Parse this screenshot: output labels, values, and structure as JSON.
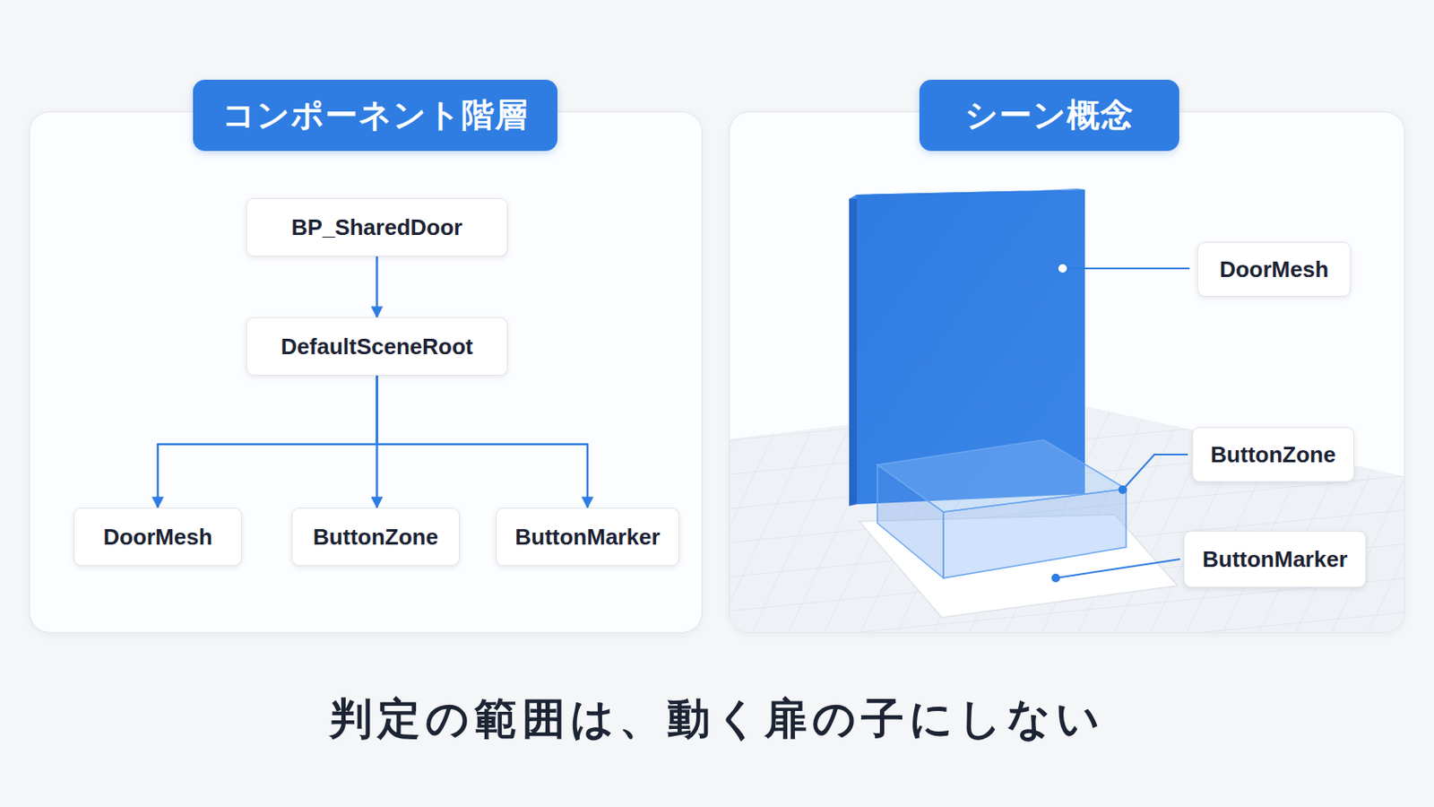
{
  "diagram": {
    "caption": "判定の範囲は、動く扉の子にしない",
    "nodes": [
      {
        "text": [
          "コンポーネント階層"
        ]
      },
      {
        "text": [
          "BP_SharedDoor"
        ],
        "in": 0
      },
      {
        "text": [
          "DefaultSceneRoot"
        ],
        "in": 0
      },
      {
        "text": [
          "DoorMesh"
        ],
        "in": 0
      },
      {
        "text": [
          "ButtonZone"
        ],
        "in": 0
      },
      {
        "text": [
          "ButtonMarker"
        ],
        "in": 0
      },
      {
        "text": [
          "シーン概念"
        ]
      },
      {
        "text": [
          "DoorMesh"
        ],
        "in": 6
      },
      {
        "text": [
          "ButtonZone"
        ],
        "in": 6
      },
      {
        "text": [
          "ButtonMarker"
        ],
        "in": 6
      }
    ],
    "edges": [
      {
        "from": 1,
        "to": 2,
        "arrow": "to"
      },
      {
        "from": 2,
        "to": 3,
        "arrow": "to"
      },
      {
        "from": 2,
        "to": 4,
        "arrow": "to"
      },
      {
        "from": 2,
        "to": 5,
        "arrow": "to"
      }
    ]
  }
}
